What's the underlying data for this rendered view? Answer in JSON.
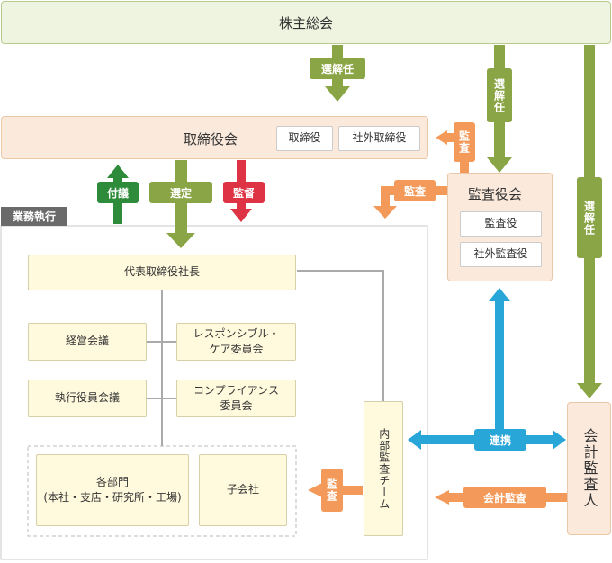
{
  "shareholders": {
    "label": "株主総会"
  },
  "board": {
    "label": "取締役会",
    "members": [
      "取締役",
      "社外取締役"
    ]
  },
  "audit_board": {
    "label": "監査役会",
    "members": [
      "監査役",
      "社外監査役"
    ]
  },
  "execution": {
    "label": "業務執行"
  },
  "president": {
    "label": "代表取締役社長"
  },
  "committees": {
    "management": "経営会議",
    "executive": "執行役員会議",
    "responsible_care": "レスポンシブル・\nケア委員会",
    "compliance": "コンプライアンス\n委員会"
  },
  "departments": {
    "label": "各部門",
    "sub": "(本社・支店・研究所・工場)"
  },
  "subsidiaries": {
    "label": "子会社"
  },
  "internal_audit": {
    "label": "内部監査チーム"
  },
  "accounting_auditor": {
    "label": "会計監査人"
  },
  "arrow_labels": {
    "elect_board": "選解任",
    "elect_audit": "選解任",
    "elect_accounting": "選解任",
    "submit": "付議",
    "appoint": "選定",
    "supervise": "監督",
    "audit_board_to_board": "監査",
    "audit_board_to_exec": "監査",
    "internal_audit": "監査",
    "accounting_audit": "会計監査",
    "cooperation": "連携"
  },
  "colors": {
    "olive": "#8aa545",
    "forest": "#2e8b3a",
    "red": "#dd3344",
    "orange": "#f39a5a",
    "blue": "#29a6d8",
    "grey_tab": "#6a6a6a"
  }
}
